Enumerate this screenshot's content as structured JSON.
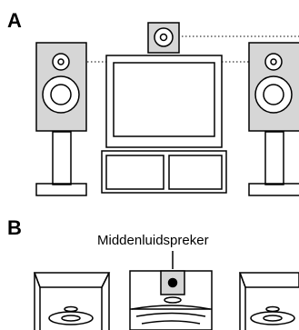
{
  "figure_a": {
    "label": "A"
  },
  "figure_b": {
    "label": "B",
    "center_speaker_caption": "Middenluidspreker"
  },
  "colors": {
    "speaker_fill": "#d6d6d6",
    "line": "#000000",
    "background": "#ffffff"
  }
}
